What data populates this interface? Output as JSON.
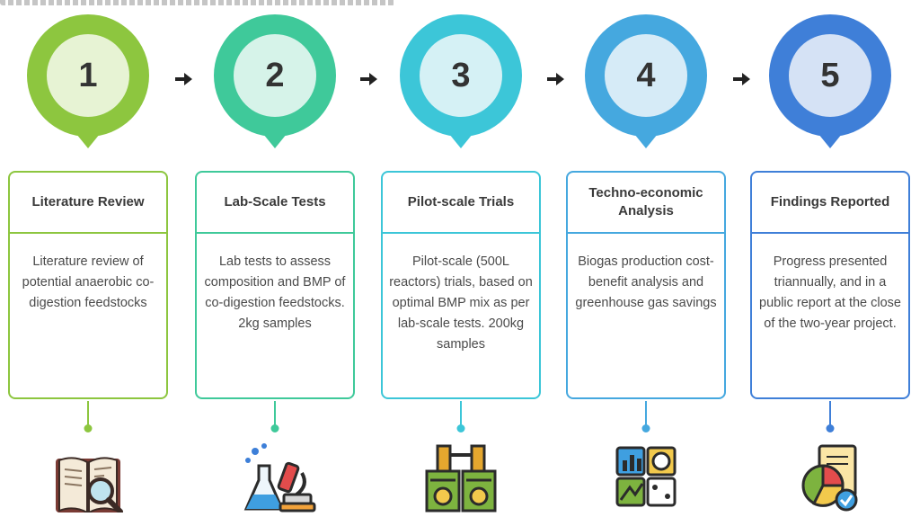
{
  "steps": [
    {
      "number": "1",
      "title": "Literature Review",
      "description": "Literature review of potential anaerobic co-digestion feedstocks",
      "color": "#8dc63f",
      "inner_color": "#e7f3d4",
      "icon": "book-magnifier-icon"
    },
    {
      "number": "2",
      "title": "Lab-Scale Tests",
      "description": "Lab tests to assess composition and BMP of co-digestion feedstocks. 2kg samples",
      "color": "#3fc99a",
      "inner_color": "#d6f3e9",
      "icon": "lab-flask-microscope-icon"
    },
    {
      "number": "3",
      "title": "Pilot-scale Trials",
      "description": "Pilot-scale (500L reactors) trials, based on optimal BMP mix as per lab-scale tests. 200kg samples",
      "color": "#3cc6d8",
      "inner_color": "#d5f1f5",
      "icon": "biogas-plant-icon"
    },
    {
      "number": "4",
      "title": "Techno-economic Analysis",
      "description": "Biogas production cost-benefit analysis and greenhouse gas savings",
      "color": "#45a8df",
      "inner_color": "#d6ebf7",
      "icon": "economics-chart-icon"
    },
    {
      "number": "5",
      "title": "Findings Reported",
      "description": "Progress presented triannually, and in a public report at the close of the two-year project.",
      "color": "#3f7fd8",
      "inner_color": "#d5e2f5",
      "icon": "report-pie-chart-icon"
    }
  ]
}
